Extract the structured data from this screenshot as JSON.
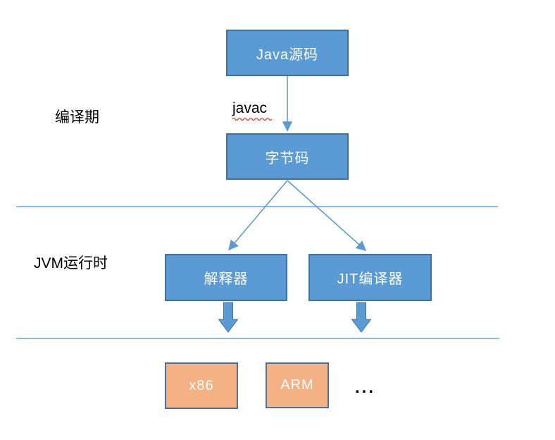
{
  "diagram": {
    "title_implicit": "Java compile and runtime pipeline",
    "phase_labels": {
      "compile": "编译期",
      "runtime": "JVM运行时"
    },
    "nodes": {
      "java_source": "Java源码",
      "bytecode": "字节码",
      "interpreter": "解释器",
      "jit": "JIT编译器",
      "x86": "x86",
      "arm": "ARM"
    },
    "edge_labels": {
      "javac": "javac"
    },
    "ellipsis": "...",
    "colors": {
      "node_fill_blue": "#5B9BD5",
      "node_border_blue": "#41719C",
      "node_fill_orange": "#F4B183",
      "node_border_orange": "#4472A8",
      "connector_blue": "#5B9BD5",
      "divider_blue": "#7FB1DD",
      "spellcheck_red": "#E03C31",
      "node_text": "#FFFFFF",
      "label_text": "#000000"
    }
  }
}
